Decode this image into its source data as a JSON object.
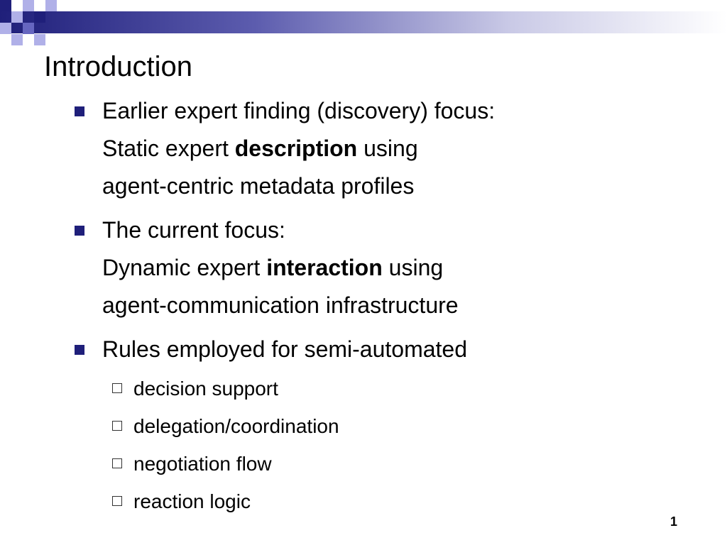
{
  "slide": {
    "title": "Introduction",
    "bullets": [
      {
        "lines": [
          {
            "pre": "Earlier expert finding (discovery) focus:",
            "bold": "",
            "post": ""
          },
          {
            "pre": "Static expert ",
            "bold": "description",
            "post": " using"
          },
          {
            "pre": "agent-centric metadata profiles",
            "bold": "",
            "post": ""
          }
        ]
      },
      {
        "lines": [
          {
            "pre": "The current focus:",
            "bold": "",
            "post": ""
          },
          {
            "pre": "Dynamic expert ",
            "bold": "interaction",
            "post": " using"
          },
          {
            "pre": "agent-communication infrastructure",
            "bold": "",
            "post": ""
          }
        ]
      },
      {
        "lines": [
          {
            "pre": "Rules employed for semi-automated",
            "bold": "",
            "post": ""
          }
        ]
      }
    ],
    "sub_bullets": [
      "decision support",
      "delegation/coordination",
      "negotiation flow",
      "reaction logic"
    ],
    "page_number": "1"
  },
  "colors": {
    "accent_dark": "#1f1f7a",
    "accent_mid": "#6666c0",
    "accent_light": "#b0b0e8"
  }
}
